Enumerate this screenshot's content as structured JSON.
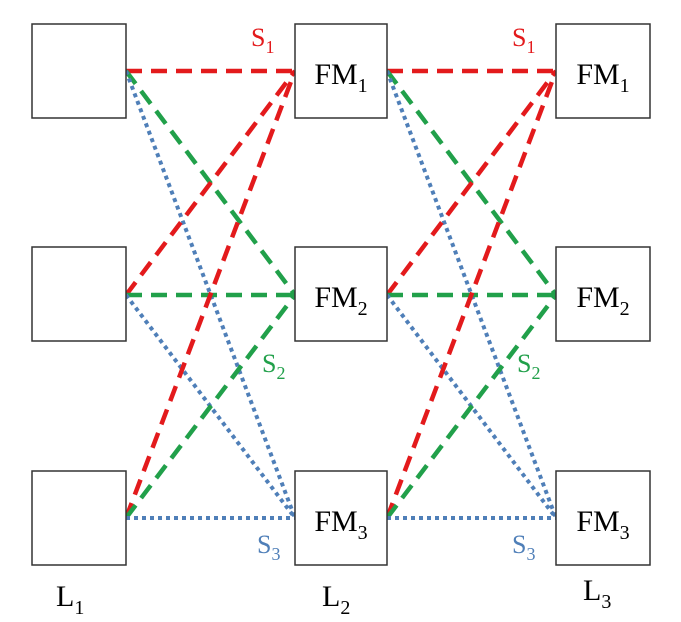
{
  "colors": {
    "s1": "#e31a1c",
    "s2": "#21a04a",
    "s3": "#4f7fb8",
    "box": "#333333"
  },
  "layers": [
    {
      "name": "L",
      "sub": "1",
      "boxes": [
        {
          "label": "",
          "sub": ""
        },
        {
          "label": "",
          "sub": ""
        },
        {
          "label": "",
          "sub": ""
        }
      ]
    },
    {
      "name": "L",
      "sub": "2",
      "boxes": [
        {
          "label": "FM",
          "sub": "1"
        },
        {
          "label": "FM",
          "sub": "2"
        },
        {
          "label": "FM",
          "sub": "3"
        }
      ]
    },
    {
      "name": "L",
      "sub": "3",
      "boxes": [
        {
          "label": "FM",
          "sub": "1"
        },
        {
          "label": "FM",
          "sub": "2"
        },
        {
          "label": "FM",
          "sub": "3"
        }
      ]
    }
  ],
  "streams": {
    "s1": {
      "label": "S",
      "sub": "1",
      "target_row": 0,
      "style": "dashed"
    },
    "s2": {
      "label": "S",
      "sub": "2",
      "target_row": 1,
      "style": "dashed"
    },
    "s3": {
      "label": "S",
      "sub": "3",
      "target_row": 2,
      "style": "dotted"
    }
  }
}
